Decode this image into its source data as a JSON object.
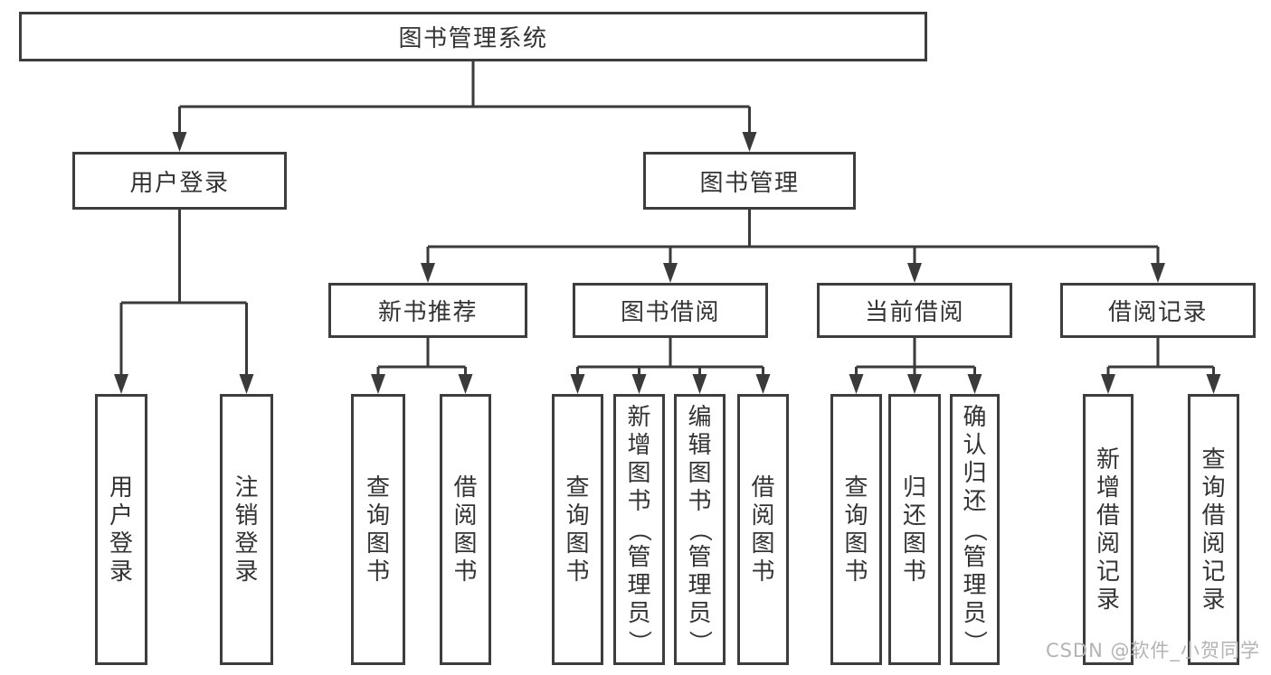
{
  "diagram": {
    "title": "图书管理系统",
    "nodes": [
      {
        "id": "system",
        "label": "图书管理系统",
        "orientation": "horizontal"
      },
      {
        "id": "user-login",
        "label": "用户登录",
        "orientation": "horizontal"
      },
      {
        "id": "book-mgmt",
        "label": "图书管理",
        "orientation": "horizontal"
      },
      {
        "id": "new-book-rec",
        "label": "新书推荐",
        "orientation": "horizontal"
      },
      {
        "id": "book-borrow",
        "label": "图书借阅",
        "orientation": "horizontal"
      },
      {
        "id": "current-borrow",
        "label": "当前借阅",
        "orientation": "horizontal"
      },
      {
        "id": "borrow-records",
        "label": "借阅记录",
        "orientation": "horizontal"
      },
      {
        "id": "leaf-user-login",
        "label": "用户登录",
        "orientation": "vertical"
      },
      {
        "id": "leaf-logout",
        "label": "注销登录",
        "orientation": "vertical"
      },
      {
        "id": "leaf-nbr-query",
        "label": "查询图书",
        "orientation": "vertical"
      },
      {
        "id": "leaf-nbr-borrow",
        "label": "借阅图书",
        "orientation": "vertical"
      },
      {
        "id": "leaf-bb-query",
        "label": "查询图书",
        "orientation": "vertical"
      },
      {
        "id": "leaf-bb-add",
        "label": "新增图书（管理员）",
        "orientation": "vertical"
      },
      {
        "id": "leaf-bb-edit",
        "label": "编辑图书（管理员）",
        "orientation": "vertical"
      },
      {
        "id": "leaf-bb-borrow",
        "label": "借阅图书",
        "orientation": "vertical"
      },
      {
        "id": "leaf-cb-query",
        "label": "查询图书",
        "orientation": "vertical"
      },
      {
        "id": "leaf-cb-return",
        "label": "归还图书",
        "orientation": "vertical"
      },
      {
        "id": "leaf-cb-confirm",
        "label": "确认归还（管理员）",
        "orientation": "vertical"
      },
      {
        "id": "leaf-br-add",
        "label": "新增借阅记录",
        "orientation": "vertical"
      },
      {
        "id": "leaf-br-query",
        "label": "查询借阅记录",
        "orientation": "vertical"
      }
    ],
    "edges": [
      {
        "from": "system",
        "to": [
          "user-login",
          "book-mgmt"
        ]
      },
      {
        "from": "user-login",
        "to": [
          "leaf-user-login",
          "leaf-logout"
        ]
      },
      {
        "from": "book-mgmt",
        "to": [
          "new-book-rec",
          "book-borrow",
          "current-borrow",
          "borrow-records"
        ]
      },
      {
        "from": "new-book-rec",
        "to": [
          "leaf-nbr-query",
          "leaf-nbr-borrow"
        ]
      },
      {
        "from": "book-borrow",
        "to": [
          "leaf-bb-query",
          "leaf-bb-add",
          "leaf-bb-edit",
          "leaf-bb-borrow"
        ]
      },
      {
        "from": "current-borrow",
        "to": [
          "leaf-cb-query",
          "leaf-cb-return",
          "leaf-cb-confirm"
        ]
      },
      {
        "from": "borrow-records",
        "to": [
          "leaf-br-add",
          "leaf-br-query"
        ]
      }
    ]
  },
  "watermark": "CSDN @软件_小贺同学",
  "colors": {
    "line": "#3a3a3a",
    "border": "#3d3d3d",
    "text": "#333333",
    "watermark": "#b3b3b3",
    "background": "#ffffff"
  }
}
